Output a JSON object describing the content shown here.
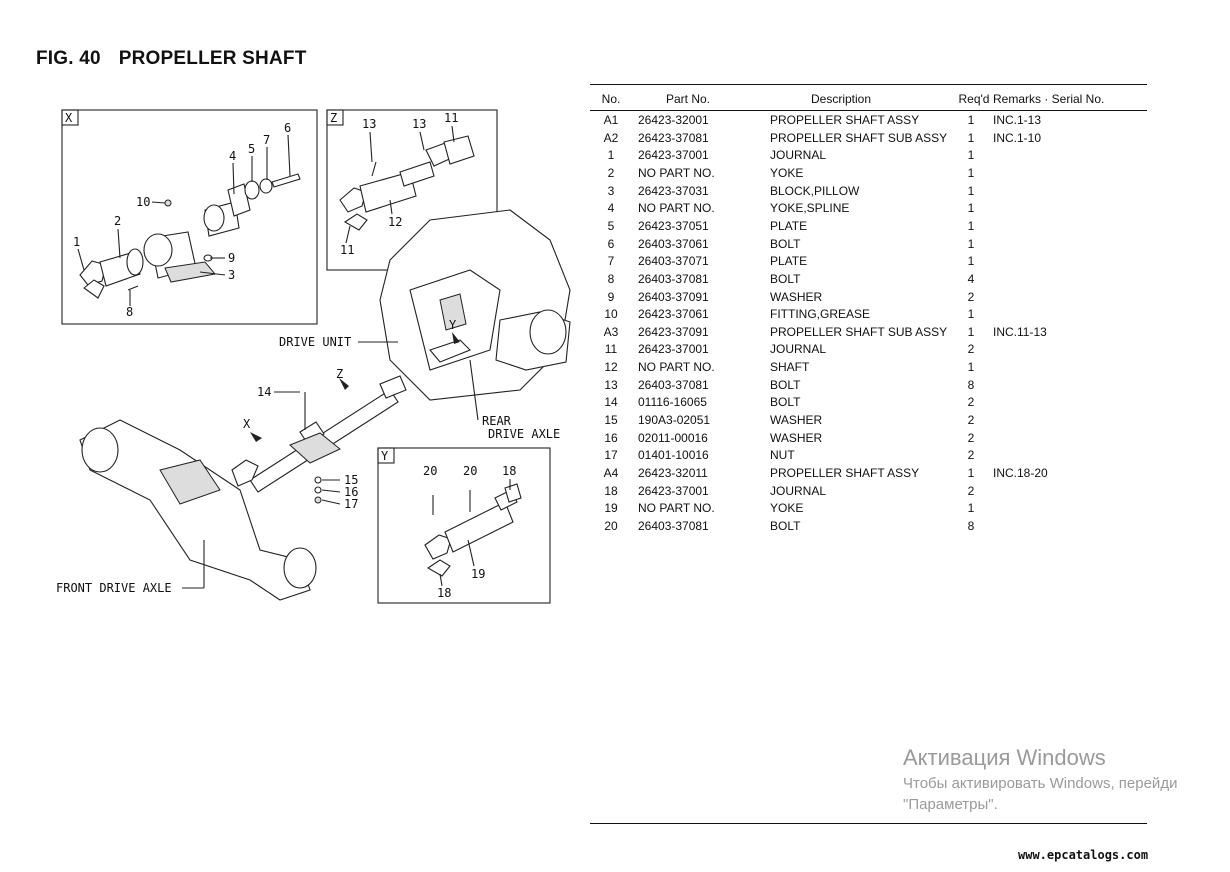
{
  "page": {
    "title_fig": "FIG. 40",
    "title_text": "PROPELLER SHAFT",
    "footer_url": "www.epcatalogs.com"
  },
  "diagram": {
    "box_x": "X",
    "box_z": "Z",
    "box_y": "Y",
    "drive_unit": "DRIVE UNIT",
    "rear_drive_axle_1": "REAR",
    "rear_drive_axle_2": "DRIVE AXLE",
    "front_drive_axle": "FRONT DRIVE AXLE",
    "arrow_x": "X",
    "arrow_z": "Z",
    "arrow_y": "Y",
    "callouts": [
      "1",
      "2",
      "3",
      "4",
      "5",
      "6",
      "7",
      "8",
      "9",
      "10",
      "11",
      "12",
      "13",
      "14",
      "15",
      "16",
      "17",
      "18",
      "19",
      "20"
    ]
  },
  "table": {
    "headers": {
      "no": "No.",
      "part": "Part No.",
      "desc": "Description",
      "req": "Req'd",
      "rem": "Remarks · Serial No."
    },
    "rows": [
      {
        "no": "A1",
        "part": "26423-32001",
        "desc": "PROPELLER SHAFT ASSY",
        "req": "1",
        "rem": "INC.1-13"
      },
      {
        "no": "A2",
        "part": "26423-37081",
        "desc": "PROPELLER SHAFT SUB ASSY",
        "req": "1",
        "rem": "INC.1-10"
      },
      {
        "no": "1",
        "part": "26423-37001",
        "desc": "JOURNAL",
        "req": "1",
        "rem": ""
      },
      {
        "no": "2",
        "part": "NO PART NO.",
        "desc": "YOKE",
        "req": "1",
        "rem": ""
      },
      {
        "no": "3",
        "part": "26423-37031",
        "desc": "BLOCK,PILLOW",
        "req": "1",
        "rem": ""
      },
      {
        "no": "4",
        "part": "NO PART NO.",
        "desc": "YOKE,SPLINE",
        "req": "1",
        "rem": ""
      },
      {
        "no": "5",
        "part": "26423-37051",
        "desc": "PLATE",
        "req": "1",
        "rem": ""
      },
      {
        "no": "6",
        "part": "26403-37061",
        "desc": "BOLT",
        "req": "1",
        "rem": ""
      },
      {
        "no": "7",
        "part": "26403-37071",
        "desc": "PLATE",
        "req": "1",
        "rem": ""
      },
      {
        "no": "8",
        "part": "26403-37081",
        "desc": "BOLT",
        "req": "4",
        "rem": ""
      },
      {
        "no": "9",
        "part": "26403-37091",
        "desc": "WASHER",
        "req": "2",
        "rem": ""
      },
      {
        "no": "10",
        "part": "26423-37061",
        "desc": "FITTING,GREASE",
        "req": "1",
        "rem": ""
      },
      {
        "no": "A3",
        "part": "26423-37091",
        "desc": "PROPELLER SHAFT SUB ASSY",
        "req": "1",
        "rem": "INC.11-13"
      },
      {
        "no": "11",
        "part": "26423-37001",
        "desc": "JOURNAL",
        "req": "2",
        "rem": ""
      },
      {
        "no": "12",
        "part": "NO PART NO.",
        "desc": "SHAFT",
        "req": "1",
        "rem": ""
      },
      {
        "no": "13",
        "part": "26403-37081",
        "desc": "BOLT",
        "req": "8",
        "rem": ""
      },
      {
        "no": "14",
        "part": "01116-16065",
        "desc": "BOLT",
        "req": "2",
        "rem": ""
      },
      {
        "no": "15",
        "part": "190A3-02051",
        "desc": "WASHER",
        "req": "2",
        "rem": ""
      },
      {
        "no": "16",
        "part": "02011-00016",
        "desc": "WASHER",
        "req": "2",
        "rem": ""
      },
      {
        "no": "17",
        "part": "01401-10016",
        "desc": "NUT",
        "req": "2",
        "rem": ""
      },
      {
        "no": "A4",
        "part": "26423-32011",
        "desc": "PROPELLER SHAFT ASSY",
        "req": "1",
        "rem": "INC.18-20"
      },
      {
        "no": "18",
        "part": "26423-37001",
        "desc": "JOURNAL",
        "req": "2",
        "rem": ""
      },
      {
        "no": "19",
        "part": "NO PART NO.",
        "desc": "YOKE",
        "req": "1",
        "rem": ""
      },
      {
        "no": "20",
        "part": "26403-37081",
        "desc": "BOLT",
        "req": "8",
        "rem": ""
      }
    ]
  },
  "watermark": {
    "line1": "Активация Windows",
    "line2": "Чтобы активировать Windows, перейди",
    "line3": "\"Параметры\"."
  }
}
